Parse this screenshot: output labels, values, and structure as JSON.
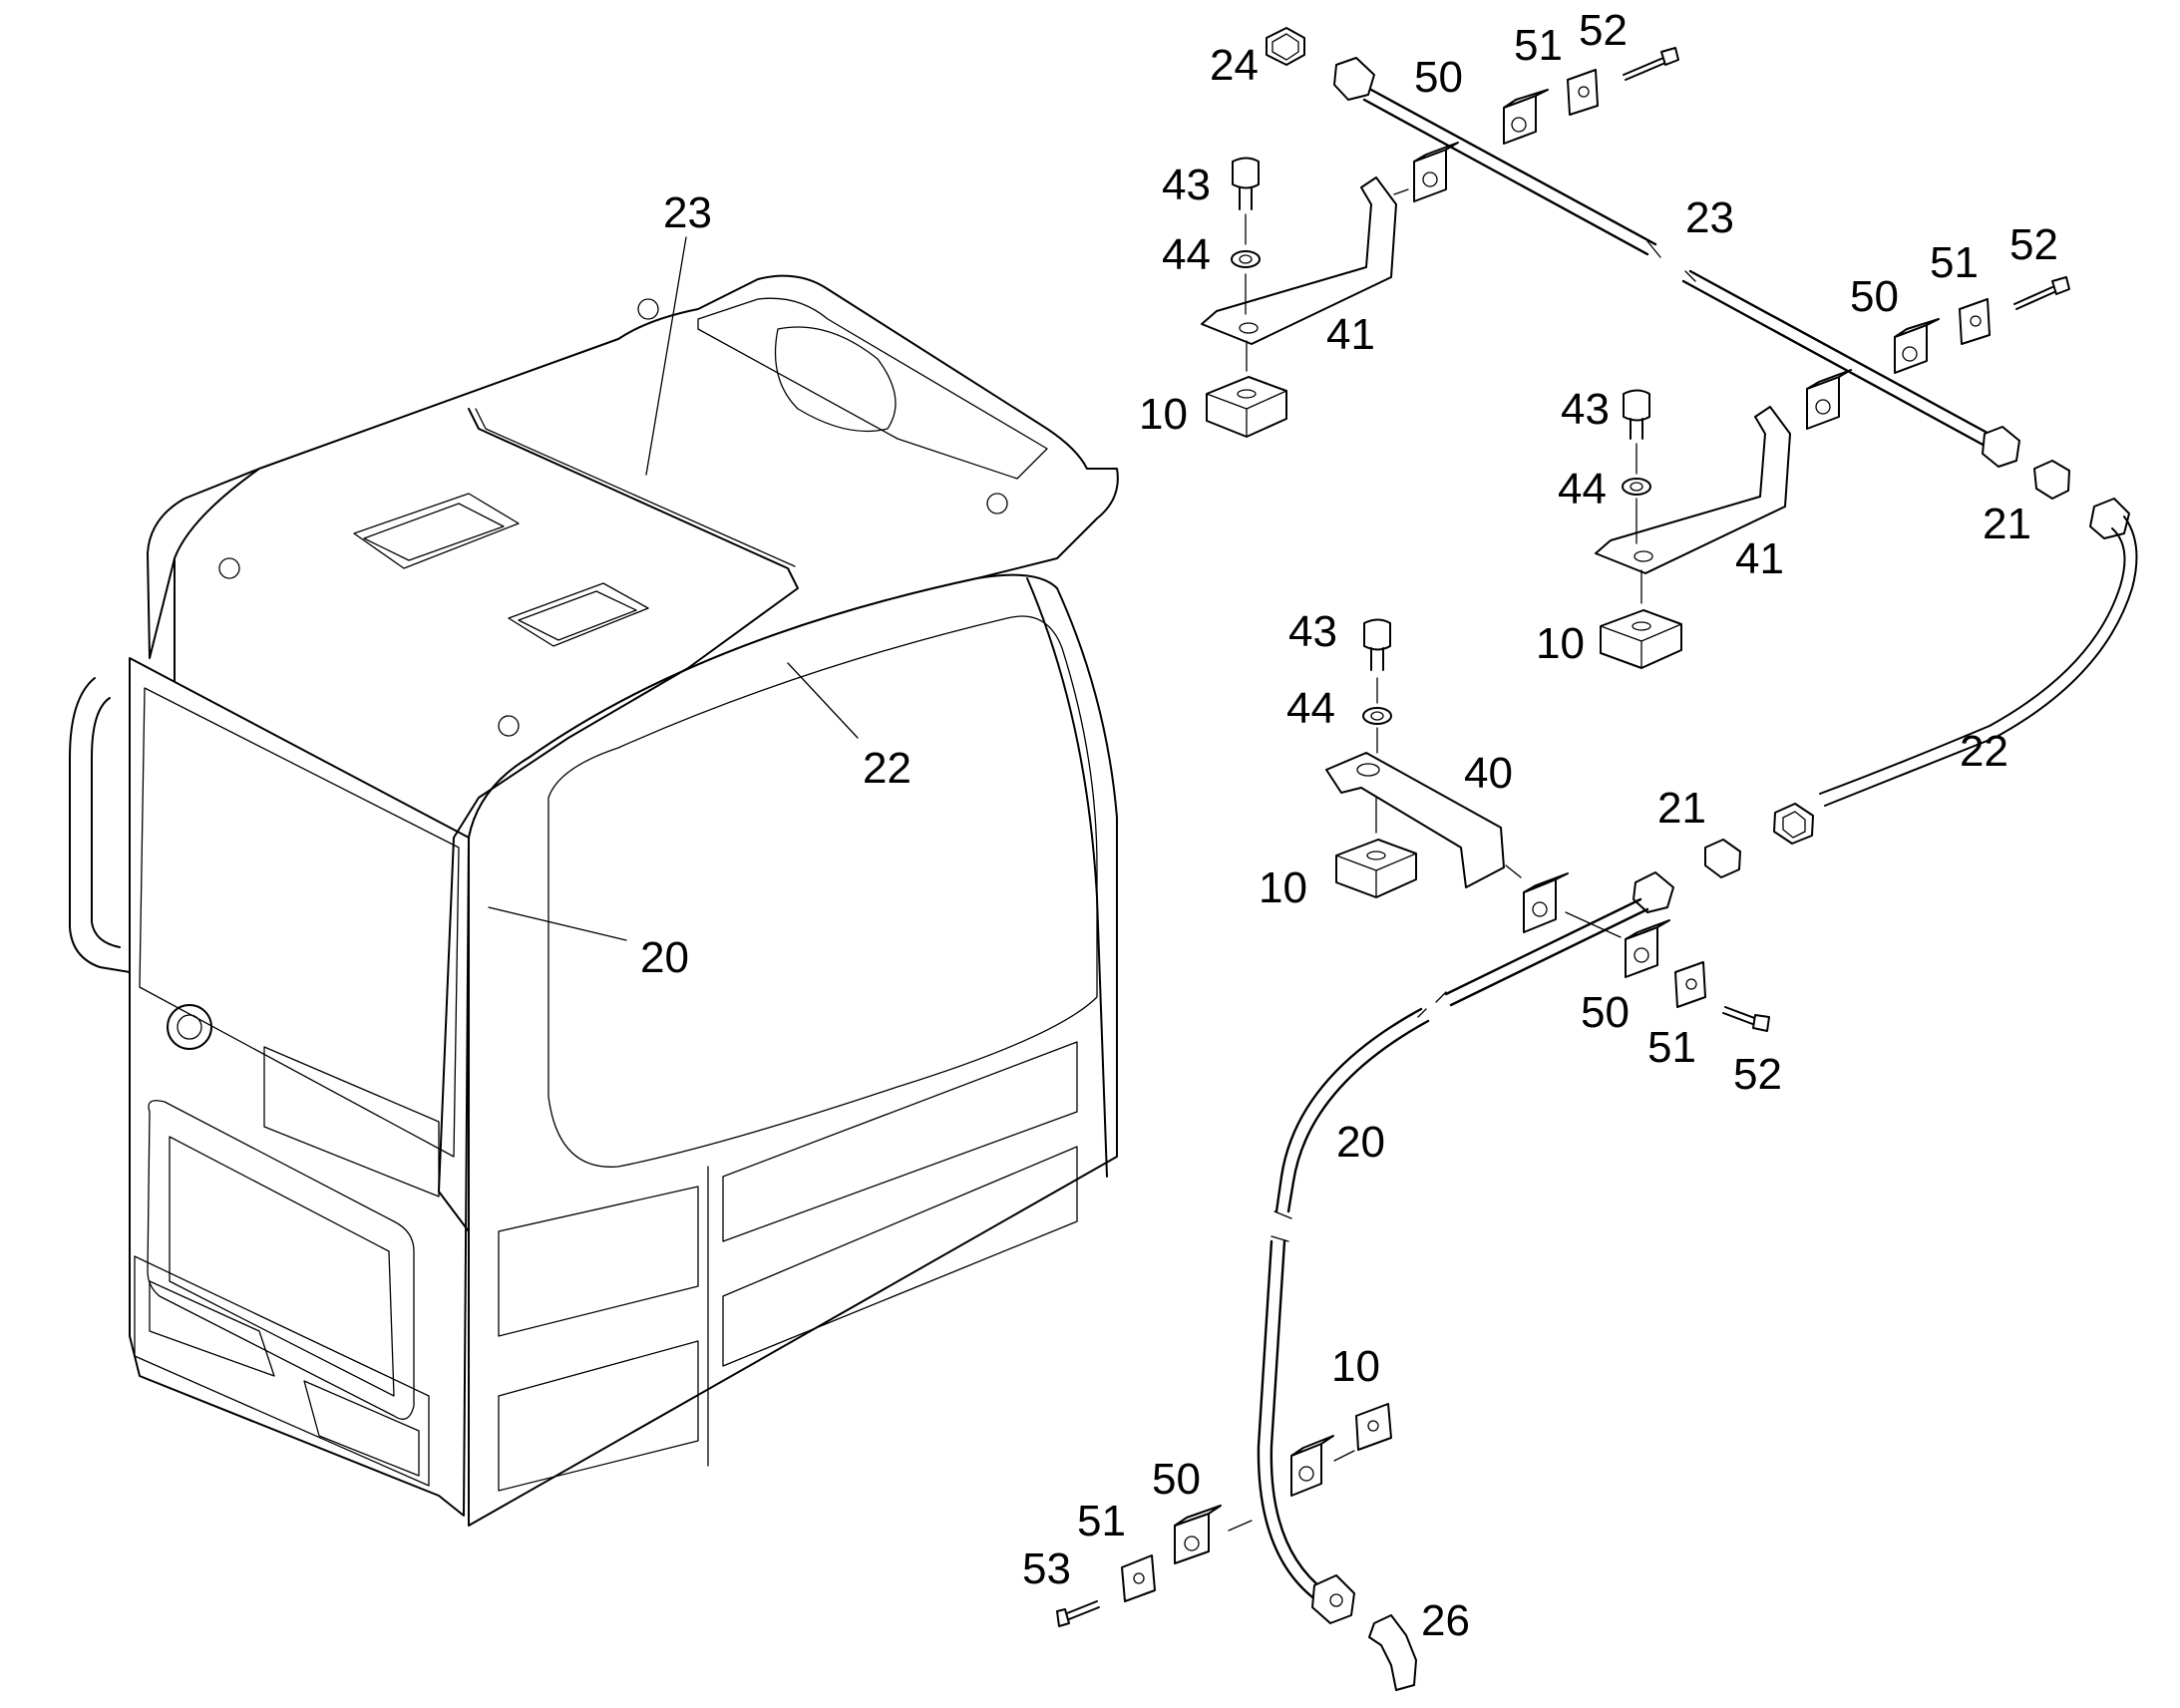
{
  "callouts": {
    "cab_23": "23",
    "cab_22": "22",
    "cab_20": "20",
    "p24": "24",
    "p50a": "50",
    "p51a": "51",
    "p52a": "52",
    "p43a": "43",
    "p44a": "44",
    "p41a": "41",
    "p10a": "10",
    "p23": "23",
    "p50b": "50",
    "p51b": "51",
    "p52b": "52",
    "p43b": "43",
    "p44b": "44",
    "p41b": "41",
    "p10b": "10",
    "p21a": "21",
    "p22": "22",
    "p43c": "43",
    "p44c": "44",
    "p40": "40",
    "p10c": "10",
    "p21b": "21",
    "p50c": "50",
    "p51c": "51",
    "p52c": "52",
    "p20": "20",
    "p10d": "10",
    "p50d": "50",
    "p51d": "51",
    "p53": "53",
    "p26": "26"
  }
}
